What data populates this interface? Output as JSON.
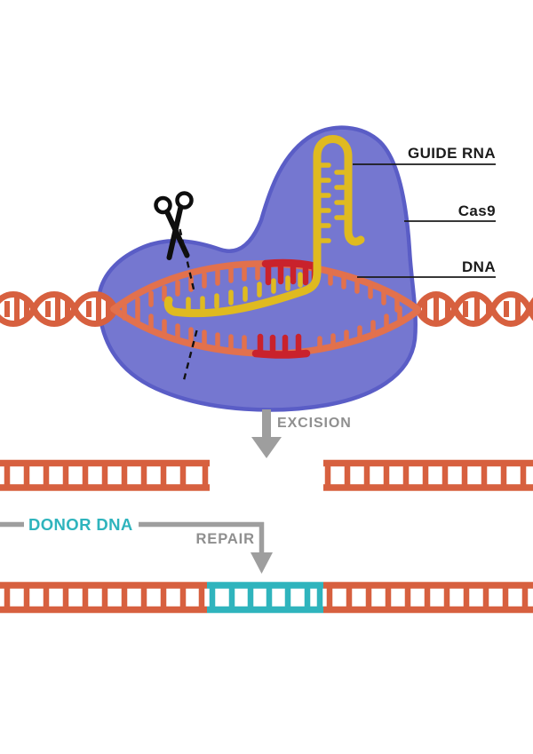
{
  "callouts": {
    "guide_rna": "GUIDE RNA",
    "cas9": "Cas9",
    "dna": "DNA"
  },
  "steps": {
    "excision": "EXCISION",
    "donor_dna": "DONOR DNA",
    "repair": "REPAIR"
  },
  "icons": {
    "scissors": "scissors-icon"
  },
  "colors": {
    "dna_orange": "#d7603f",
    "strand_salmon": "#e2714d",
    "target_red": "#c9222c",
    "guide_yellow": "#dfba20",
    "cas9_fill": "#7577d0",
    "cas9_outline": "#5a5dc6",
    "donor_teal": "#2fb4bd",
    "arrow_gray": "#9e9e9e",
    "step_text_gray": "#8f8f8f",
    "label_black": "#1b1b1b"
  }
}
